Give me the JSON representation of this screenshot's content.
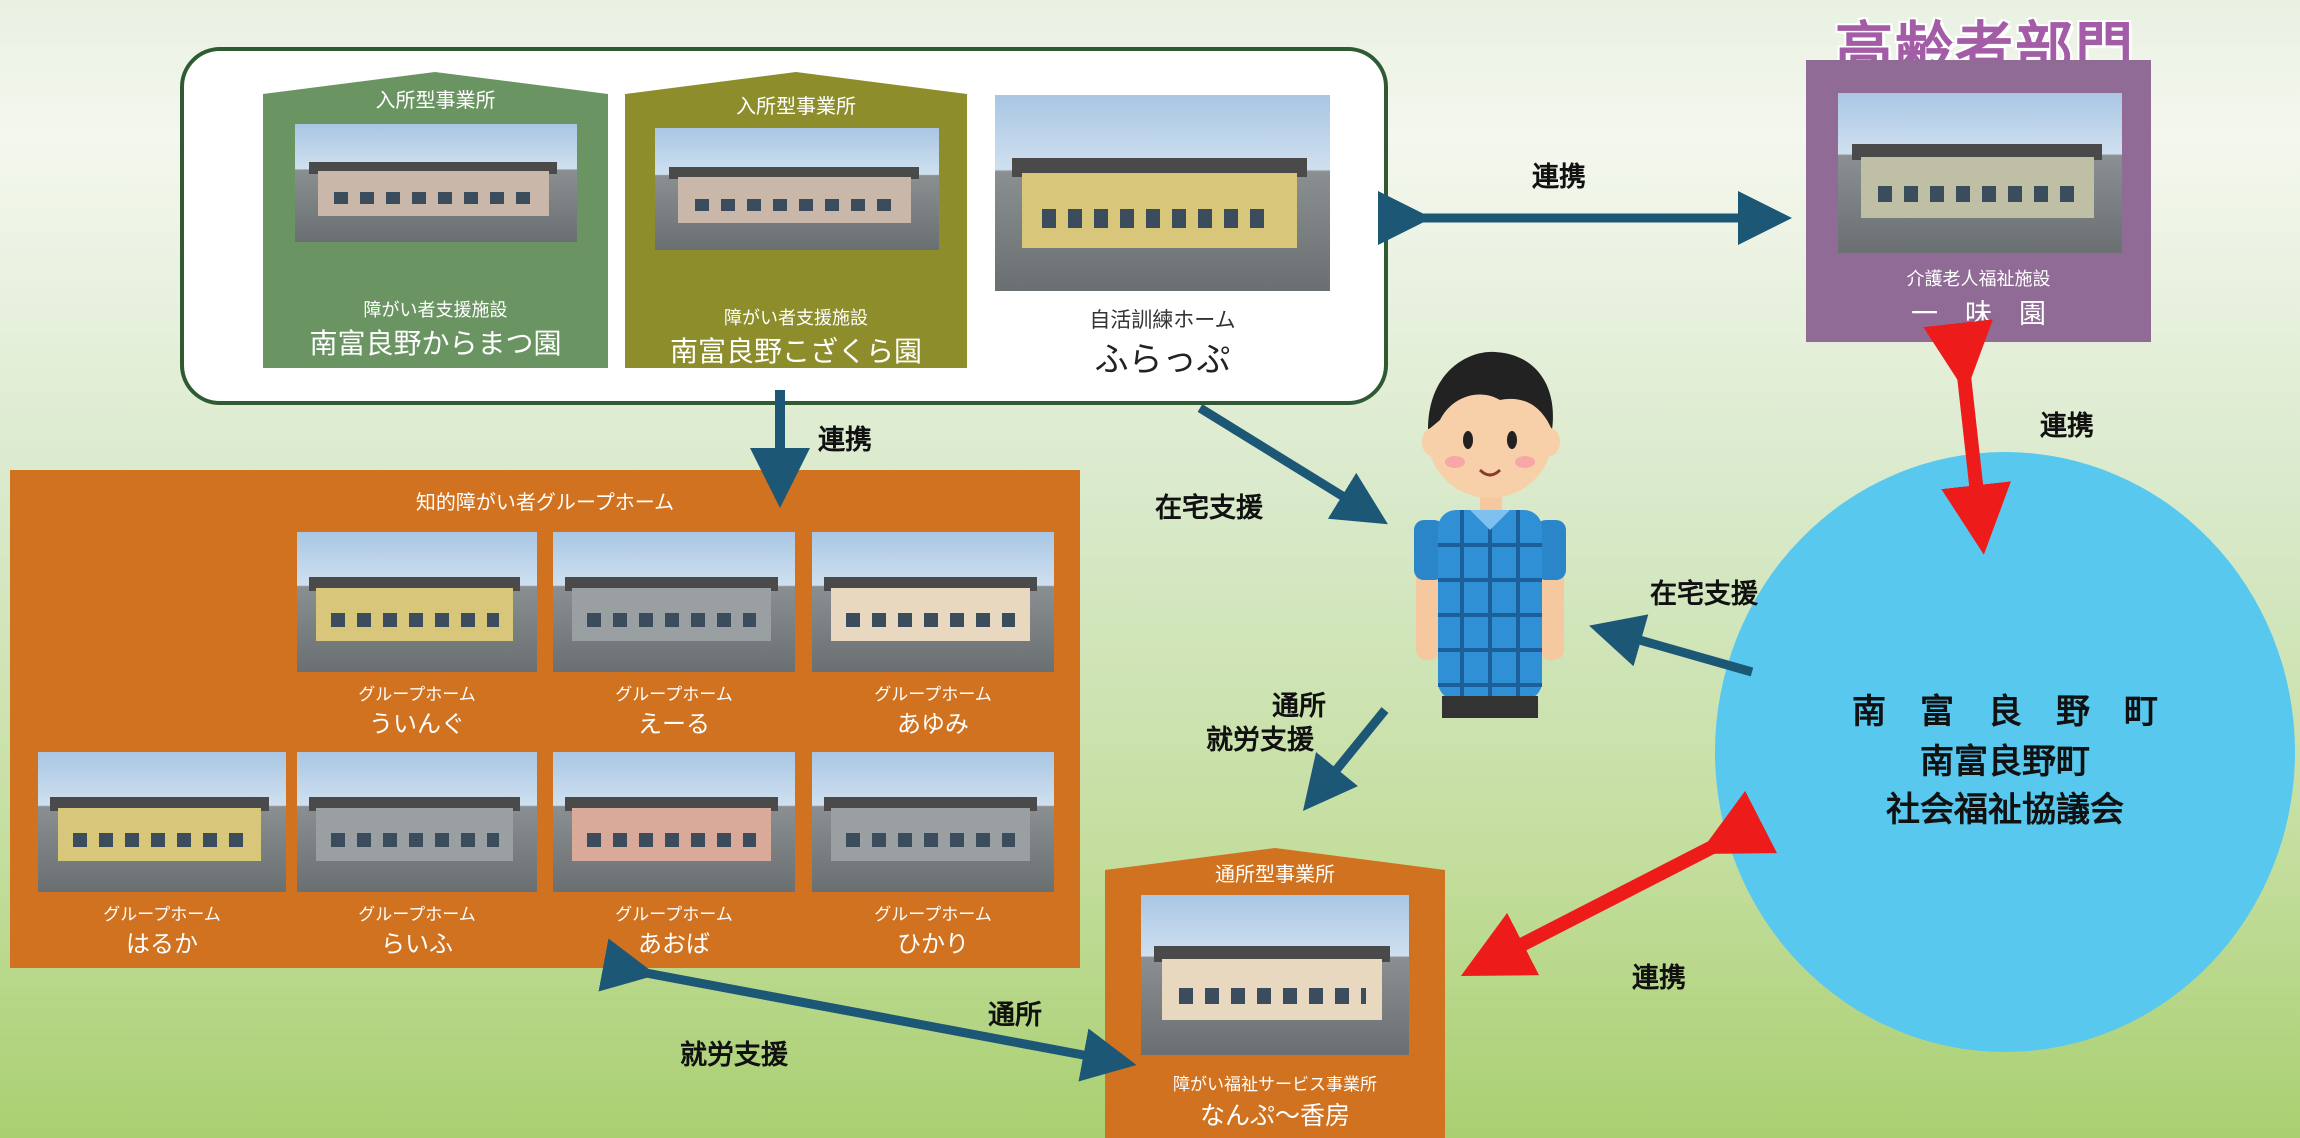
{
  "colors": {
    "group_border": "#2f5a32",
    "karamatsu": "#6a9562",
    "kozakura": "#8d8e2b",
    "senior": "#8f6b96",
    "grouphome": "#d0721f",
    "council": "#58c8ef",
    "arrow_blue": "#1d5776",
    "arrow_red": "#ee1b1b"
  },
  "top_group": {
    "karamatsu": {
      "label_top": "入所型事業所",
      "type": "障がい者支援施設",
      "name": "南富良野からまつ園"
    },
    "kozakura": {
      "label_top": "入所型事業所",
      "type": "障がい者支援施設",
      "name": "南富良野こざくら園"
    },
    "furappu": {
      "type": "自活訓練ホーム",
      "name": "ふらっぷ"
    }
  },
  "senior": {
    "title": "高齢者部門",
    "type": "介護老人福祉施設",
    "name": "一　味　園"
  },
  "group_homes": {
    "title": "知的障がい者グループホーム",
    "homes": [
      {
        "type": "グループホーム",
        "name": "ういんぐ"
      },
      {
        "type": "グループホーム",
        "name": "えーる"
      },
      {
        "type": "グループホーム",
        "name": "あゆみ"
      },
      {
        "type": "グループホーム",
        "name": "はるか"
      },
      {
        "type": "グループホーム",
        "name": "らいふ"
      },
      {
        "type": "グループホーム",
        "name": "あおば"
      },
      {
        "type": "グループホーム",
        "name": "ひかり"
      }
    ]
  },
  "day_service": {
    "label_top": "通所型事業所",
    "type": "障がい福祉サービス事業所",
    "name": "なんぷ〜香房"
  },
  "council": {
    "line1": "南　富　良　野　町",
    "line2": "南富良野町",
    "line3": "社会福祉協議会"
  },
  "labels": {
    "renkei_top": "連携",
    "renkei_left": "連携",
    "renkei_right": "連携",
    "renkei_bottom": "連携",
    "zaitaku_left": "在宅支援",
    "zaitaku_right": "在宅支援",
    "tsusho_shuro_1": "通所",
    "tsusho_shuro_2": "就労支援",
    "tsusho": "通所",
    "shuro": "就労支援"
  }
}
